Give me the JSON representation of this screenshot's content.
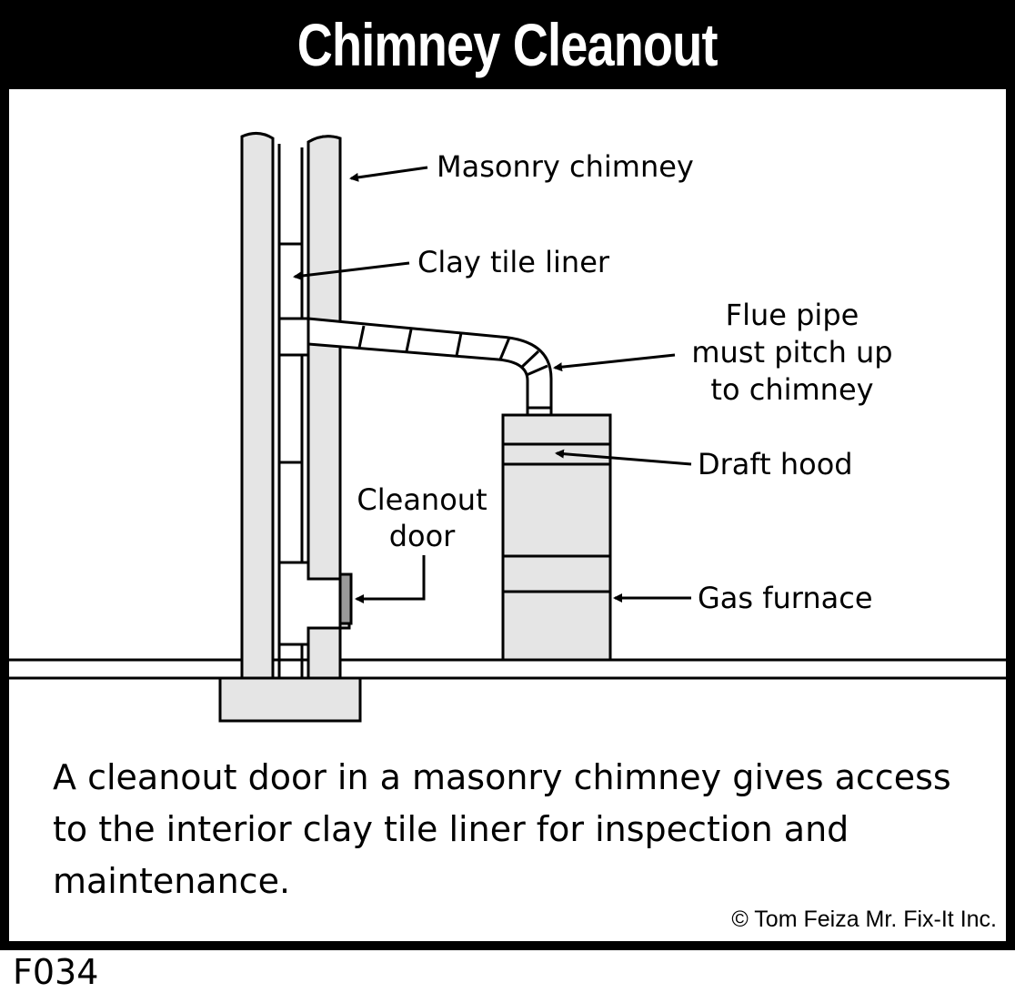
{
  "title": "Chimney Cleanout",
  "labels": {
    "masonry_chimney": "Masonry chimney",
    "clay_tile_liner": "Clay tile liner",
    "flue_pipe": [
      "Flue pipe",
      "must pitch up",
      "to chimney"
    ],
    "draft_hood": "Draft hood",
    "cleanout_door": [
      "Cleanout",
      "door"
    ],
    "gas_furnace": "Gas furnace"
  },
  "caption": "A cleanout door in a masonry chimney gives access to the interior clay tile liner for inspection and maintenance.",
  "copyright": "© Tom Feiza Mr. Fix-It Inc.",
  "figure_code": "F034",
  "colors": {
    "frame": "#000000",
    "fill_gray": "#e5e5e5",
    "door_gray": "#9a9a9a",
    "ink": "#000000"
  }
}
